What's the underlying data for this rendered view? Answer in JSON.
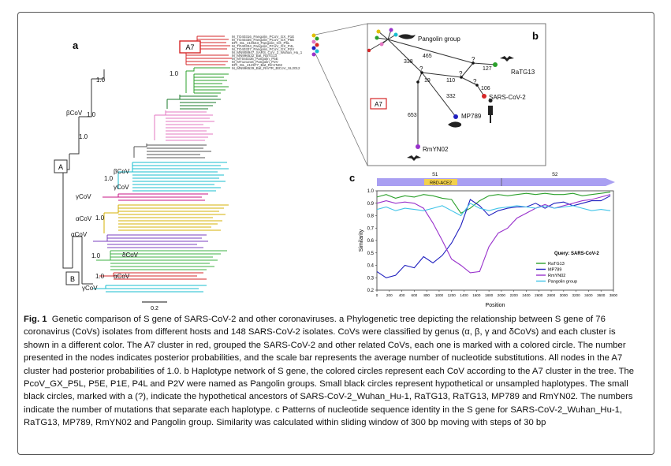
{
  "panel_labels": {
    "a": "a",
    "b": "b",
    "c": "c"
  },
  "tree": {
    "clade_box_A7": "A7",
    "clade_box_A": "A",
    "clade_box_B": "B",
    "clade_labels": {
      "beta_top": "βCoV",
      "beta_mid": "βCoV",
      "gamma_mid": "γCoV",
      "gamma_left": "γCoV",
      "alpha_1": "αCoV",
      "alpha_2": "αCoV",
      "delta_1": "δCoV",
      "delta_2": "αCoV",
      "gamma_bottom": "γCoV"
    },
    "support_value": "1.0",
    "scale_bar_label": "0.2",
    "a7_taxa": [
      "M_TO40316_Pangolin_PCoV_GX_P1E",
      "M_TO40336_Pangolin_PCoV_GX_P5E",
      "EPI_ISL_410543_Pangolin_GX_P5L",
      "M_TO40334_Pangolin_PCoV_GX_P4L",
      "M_TO40337_Pangolin_PCoV_GX_P2V",
      "M_MN908947_SARS_CoV_2_Wuhan_Hu_1",
      "M_MN996532_Bat_RaTG13",
      "M_MT040336_Pangolin_P5E",
      "M_MT121216_Pangolin_P2V",
      "EPI_ISL_412977_Bat_RmYN02",
      "M_MN996529_Bat_RmTR_BtCoV_SL2012"
    ]
  },
  "network": {
    "pangolin_group_label": "Pangolin group",
    "a7_box": "A7",
    "nodes": [
      "RaTG13",
      "SARS-CoV-2",
      "MP789",
      "RmYN02"
    ],
    "edge_labels": [
      "465",
      "338",
      "127",
      "19",
      "110",
      "106",
      "332",
      "653"
    ],
    "question_marks": [
      "?",
      "?",
      "?",
      "?"
    ]
  },
  "chart_data": {
    "type": "line",
    "title": "",
    "xlabel": "Position",
    "ylabel": "Similarity",
    "xlim": [
      0,
      3800
    ],
    "ylim": [
      0.2,
      1.0
    ],
    "xticks": [
      "0",
      "200",
      "400",
      "600",
      "800",
      "1000",
      "1200",
      "1400",
      "1600",
      "1800",
      "2000",
      "2200",
      "2400",
      "2600",
      "2800",
      "3000",
      "3200",
      "3400",
      "3600",
      "3800"
    ],
    "yticks": [
      "0.2",
      "0.3",
      "0.4",
      "0.5",
      "0.6",
      "0.7",
      "0.8",
      "0.9",
      "1.0"
    ],
    "query_label": "Query: SARS-CoV-2",
    "domain_bar": {
      "s1_label": "S1",
      "s2_label": "S2",
      "rbd_label": "RBD-ACE2"
    },
    "x": [
      0,
      150,
      300,
      450,
      600,
      750,
      900,
      1050,
      1200,
      1350,
      1500,
      1650,
      1800,
      1950,
      2100,
      2250,
      2400,
      2550,
      2700,
      2850,
      3000,
      3150,
      3300,
      3450,
      3600,
      3750
    ],
    "series": [
      {
        "name": "RaTG13",
        "color": "#2ca02c",
        "values": [
          0.95,
          0.97,
          0.94,
          0.96,
          0.95,
          0.97,
          0.96,
          0.94,
          0.93,
          0.82,
          0.86,
          0.92,
          0.96,
          0.97,
          0.96,
          0.97,
          0.98,
          0.97,
          0.98,
          0.97,
          0.97,
          0.98,
          0.96,
          0.97,
          0.98,
          0.99
        ]
      },
      {
        "name": "MP789",
        "color": "#1f1fbf",
        "values": [
          0.35,
          0.3,
          0.32,
          0.4,
          0.38,
          0.47,
          0.42,
          0.48,
          0.58,
          0.72,
          0.93,
          0.88,
          0.8,
          0.84,
          0.86,
          0.87,
          0.87,
          0.9,
          0.86,
          0.9,
          0.91,
          0.88,
          0.9,
          0.92,
          0.92,
          0.96
        ]
      },
      {
        "name": "RmYN02",
        "color": "#9932cc",
        "values": [
          0.9,
          0.92,
          0.9,
          0.91,
          0.9,
          0.86,
          0.74,
          0.6,
          0.45,
          0.4,
          0.34,
          0.35,
          0.55,
          0.66,
          0.7,
          0.78,
          0.82,
          0.86,
          0.89,
          0.86,
          0.88,
          0.9,
          0.92,
          0.93,
          0.95,
          0.97
        ]
      },
      {
        "name": "Pangolin group",
        "color": "#40c4e8",
        "values": [
          0.85,
          0.87,
          0.84,
          0.86,
          0.85,
          0.84,
          0.86,
          0.88,
          0.84,
          0.8,
          0.9,
          0.86,
          0.84,
          0.86,
          0.87,
          0.88,
          0.87,
          0.86,
          0.88,
          0.86,
          0.87,
          0.88,
          0.86,
          0.84,
          0.85,
          0.84
        ]
      }
    ]
  },
  "caption": {
    "lead": "Fig. 1",
    "text": "Genetic comparison of S gene of SARS-CoV-2 and other coronaviruses. a Phylogenetic tree depicting the relationship between S gene of 76 coronavirus (CoVs) isolates from different hosts and 148 SARS-CoV-2 isolates. CoVs were classified by genus (α, β, γ and δCoVs) and each cluster is shown in a different color. The A7 cluster in red, grouped the SARS-CoV-2 and other related CoVs, each one is marked with a colored circle. The number presented in the nodes indicates posterior probabilities, and the scale bar represents the average number of nucleotide substitutions. All nodes in the A7 cluster had posterior probabilities of 1.0. b Haplotype network of S gene, the colored circles represent each CoV according to the A7 cluster in the tree. The PcoV_GX_P5L, P5E, P1E, P4L and P2V were named as Pangolin groups. Small black circles represent hypothetical or unsampled haplotypes. The small black circles, marked with a (?), indicate the hypothetical ancestors of SARS-CoV-2_Wuhan_Hu-1, RaTG13, RaTG13, MP789 and RmYN02. The numbers indicate the number of mutations that separate each haplotype. c Patterns of nucleotide sequence identity in the S gene for SARS-CoV-2_Wuhan_Hu-1, RaTG13, MP789, RmYN02 and Pangolin group. Similarity was calculated within sliding window of 300 bp moving with steps of 30 bp"
  }
}
